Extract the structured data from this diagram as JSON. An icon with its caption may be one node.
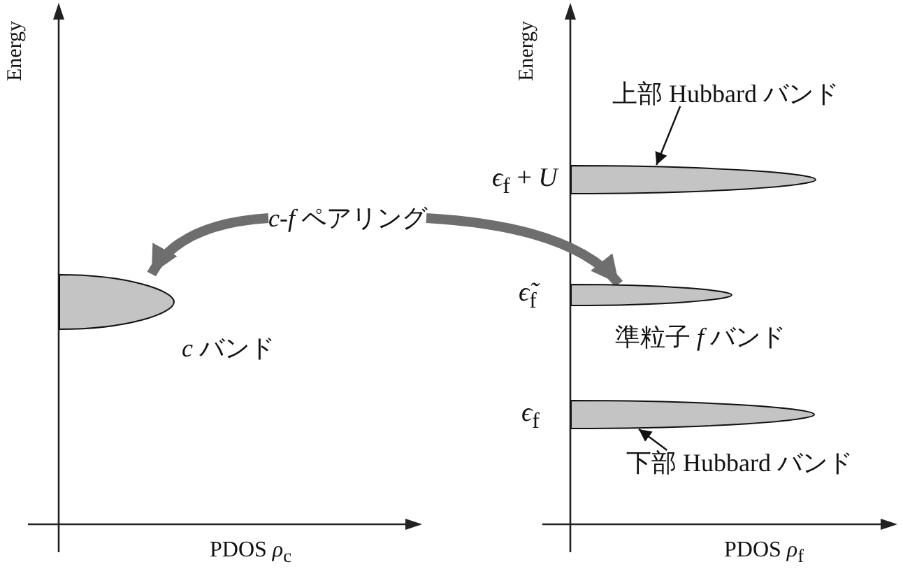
{
  "diagram": {
    "nodes": [
      {
        "text": [
          "*c-f* ペアリング"
        ]
      },
      {
        "text": [],
        "shape": "ellipse",
        "beside": [
          "*c* バンド"
        ]
      },
      {
        "text": [
          "上部 Hubbard バンド"
        ]
      },
      {
        "text": [],
        "shape": "ellipse",
        "beside": [
          "*ϵ*$_{f}$ + *U*"
        ]
      },
      {
        "text": [],
        "shape": "ellipse",
        "beside": [
          "*ϵ̃*$_{f}$",
          "準粒子 *f* バンド"
        ]
      },
      {
        "text": [],
        "shape": "ellipse",
        "beside": [
          "*ϵ*$_{f}$"
        ]
      },
      {
        "text": [
          "下部 Hubbard バンド"
        ]
      }
    ],
    "edges": [
      {
        "from": 0,
        "to": 1,
        "arrow": "to",
        "style": "thick",
        "color": "#6e6e6e"
      },
      {
        "from": 0,
        "to": 4,
        "arrow": "to",
        "style": "thick",
        "color": "#6e6e6e"
      },
      {
        "from": 2,
        "to": 3,
        "arrow": "to",
        "color": "#111111"
      },
      {
        "from": 6,
        "to": 5,
        "arrow": "to",
        "color": "#111111"
      }
    ],
    "labels": [
      "Energy",
      "PDOS *ρ*$_{c}$",
      "Energy",
      "PDOS *ρ*$_{f}$"
    ]
  }
}
